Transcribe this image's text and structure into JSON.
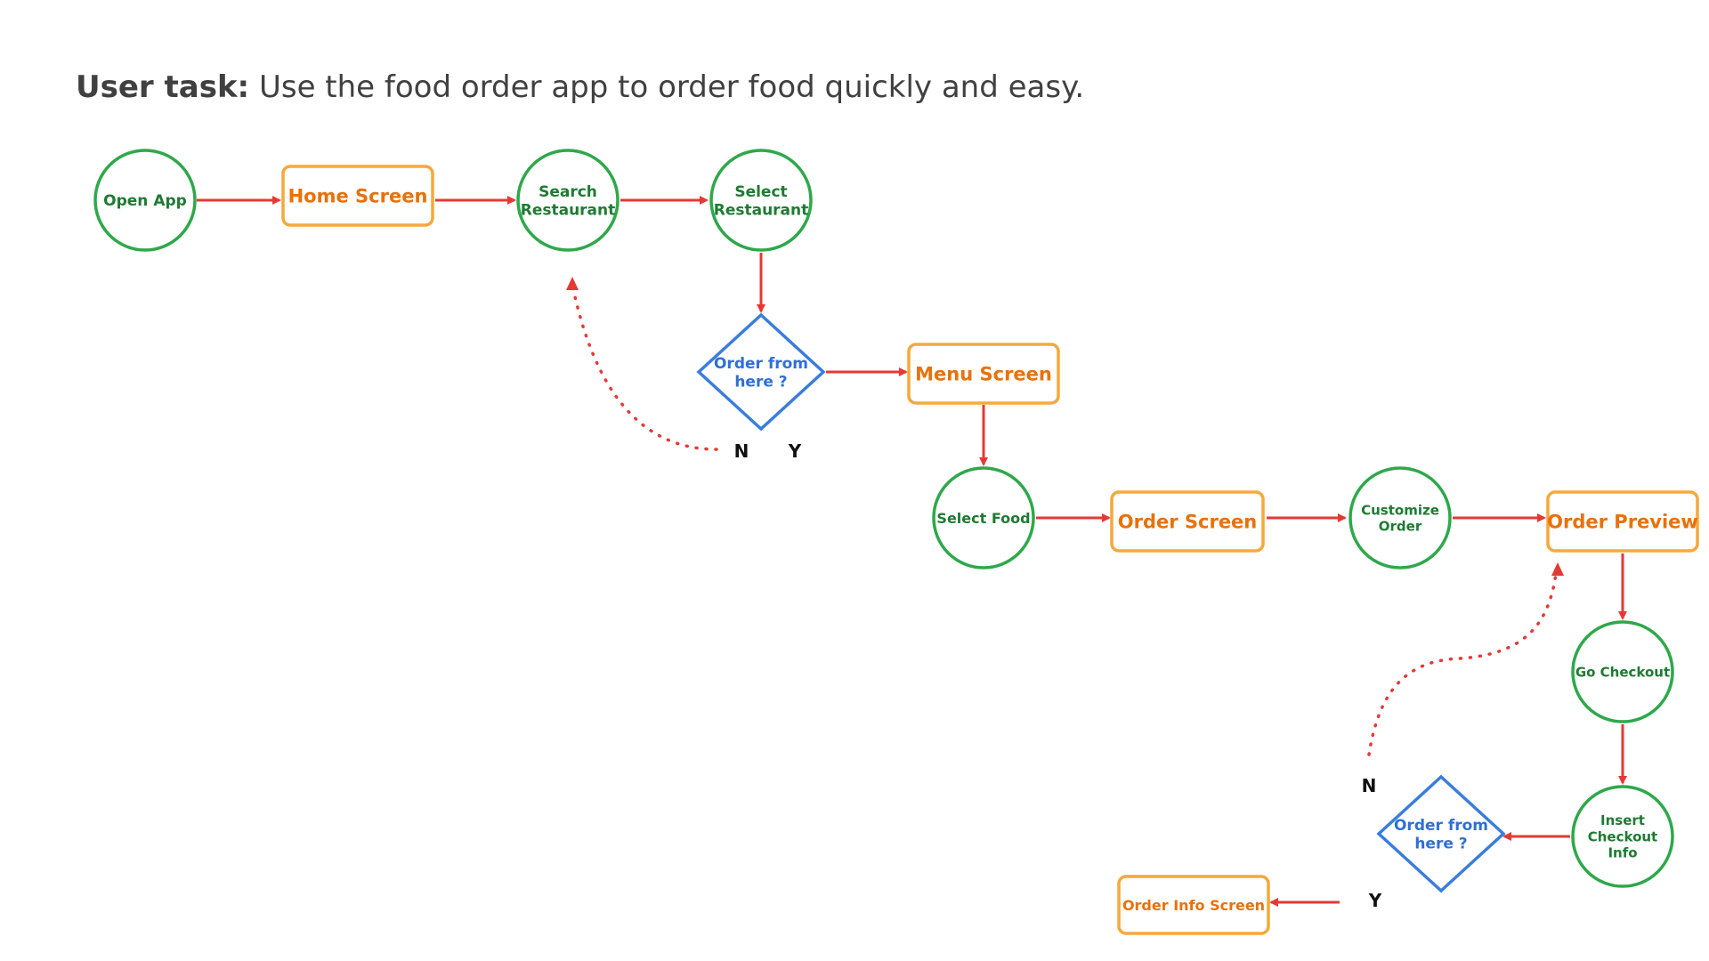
{
  "title": {
    "label": "User task:",
    "text": "Use the food order app to order food quickly and easy."
  },
  "colors": {
    "circle": "#2ea84a",
    "circle_text": "#1f7a33",
    "rect": "#f5a93a",
    "rect_text": "#e8710a",
    "diamond": "#3b7ddd",
    "diamond_text": "#2f6fd6",
    "arrow": "#e53935",
    "branch_text": "#111111"
  },
  "nodes": {
    "open_app": [
      "Open App"
    ],
    "home_screen": [
      "Home Screen"
    ],
    "search_restaurant": [
      "Search",
      "Restaurant"
    ],
    "select_restaurant": [
      "Select",
      "Restaurant"
    ],
    "decision_1": [
      "Order from",
      "here ?"
    ],
    "menu_screen": [
      "Menu Screen"
    ],
    "select_food": [
      "Select Food"
    ],
    "order_screen": [
      "Order Screen"
    ],
    "customize_order": [
      "Customize",
      "Order"
    ],
    "order_preview": [
      "Order Preview"
    ],
    "go_checkout": [
      "Go Checkout"
    ],
    "insert_checkout_info": [
      "Insert",
      "Checkout",
      "Info"
    ],
    "decision_2": [
      "Order from",
      "here ?"
    ],
    "order_info_screen": [
      "Order Info Screen"
    ]
  },
  "branches": {
    "d1_no": "N",
    "d1_yes": "Y",
    "d2_no": "N",
    "d2_yes": "Y"
  },
  "edges": [
    {
      "from": "open_app",
      "to": "home_screen"
    },
    {
      "from": "home_screen",
      "to": "search_restaurant"
    },
    {
      "from": "search_restaurant",
      "to": "select_restaurant"
    },
    {
      "from": "select_restaurant",
      "to": "decision_1"
    },
    {
      "from": "decision_1",
      "to": "menu_screen",
      "branch": "Y"
    },
    {
      "from": "decision_1",
      "to": "search_restaurant",
      "branch": "N",
      "style": "dotted"
    },
    {
      "from": "menu_screen",
      "to": "select_food"
    },
    {
      "from": "select_food",
      "to": "order_screen"
    },
    {
      "from": "order_screen",
      "to": "customize_order"
    },
    {
      "from": "customize_order",
      "to": "order_preview"
    },
    {
      "from": "order_preview",
      "to": "go_checkout"
    },
    {
      "from": "go_checkout",
      "to": "insert_checkout_info"
    },
    {
      "from": "insert_checkout_info",
      "to": "decision_2"
    },
    {
      "from": "decision_2",
      "to": "order_info_screen",
      "branch": "Y"
    },
    {
      "from": "decision_2",
      "to": "order_preview",
      "branch": "N",
      "style": "dotted"
    }
  ]
}
